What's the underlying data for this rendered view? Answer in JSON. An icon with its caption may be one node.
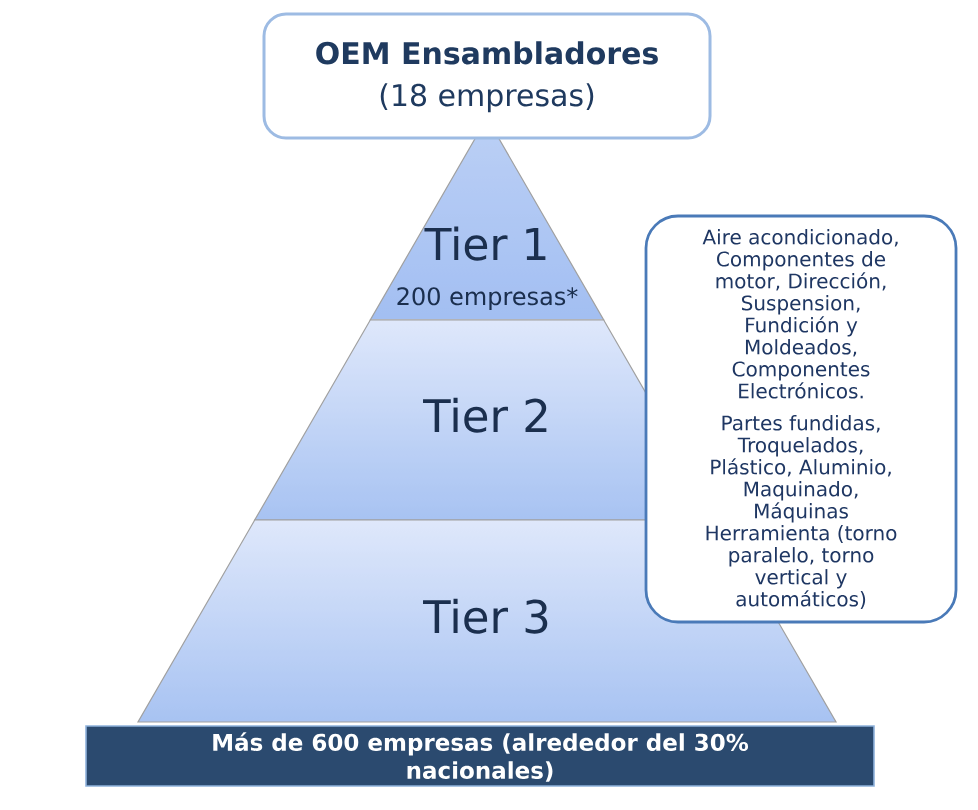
{
  "diagram": {
    "nodes": [
      {
        "text": [
          "OEM Ensambladores",
          "(18 empresas)"
        ]
      },
      {
        "text": [
          "Tier 1",
          "200 empresas*"
        ]
      },
      {
        "text": [
          "Aire acondicionado, Componentes de motor, Dirección, Suspension, Fundición y Moldeados, Componentes Electrónicos.",
          "Partes fundidas, Troquelados, Plástico, Aluminio, Maquinado, Máquinas Herramienta (torno paralelo, torno vertical y automáticos)"
        ]
      },
      {
        "text": [
          "Tier 2"
        ]
      },
      {
        "text": [
          "Tier 3"
        ]
      },
      {
        "text": [
          "Más de 600 empresas (alrededor del 30% nacionales)"
        ]
      }
    ]
  }
}
